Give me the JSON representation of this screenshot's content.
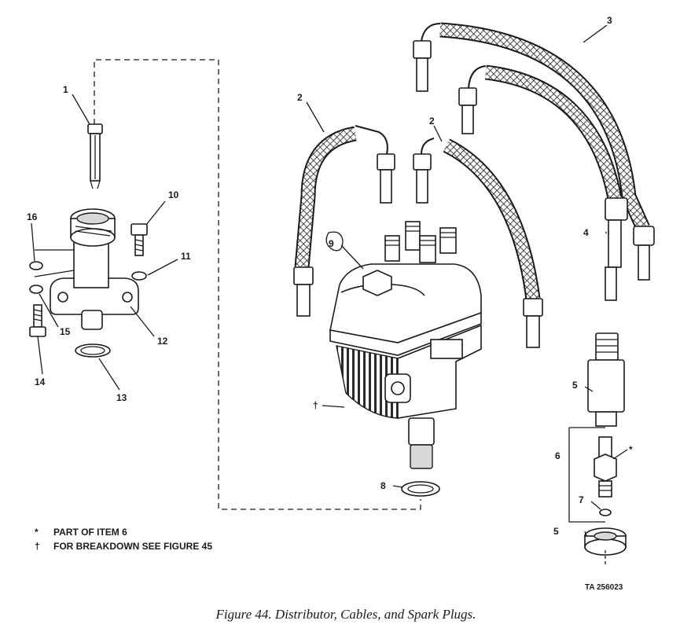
{
  "callouts": {
    "c1": "1",
    "c2a": "2",
    "c2b": "2",
    "c3": "3",
    "c4": "4",
    "c5a": "5",
    "c5b": "5",
    "c6": "6",
    "c7": "7",
    "c8": "8",
    "c9": "9",
    "c10": "10",
    "c11": "11",
    "c12": "12",
    "c13": "13",
    "c14": "14",
    "c15": "15",
    "c16": "16",
    "dagger": "†",
    "star": "*"
  },
  "legend": {
    "star_symbol": "*",
    "star_text": "PART OF ITEM 6",
    "dagger_symbol": "†",
    "dagger_text": "FOR BREAKDOWN SEE FIGURE 45"
  },
  "ta_number": "TA 256023",
  "caption": "Figure 44. Distributor, Cables, and Spark Plugs."
}
